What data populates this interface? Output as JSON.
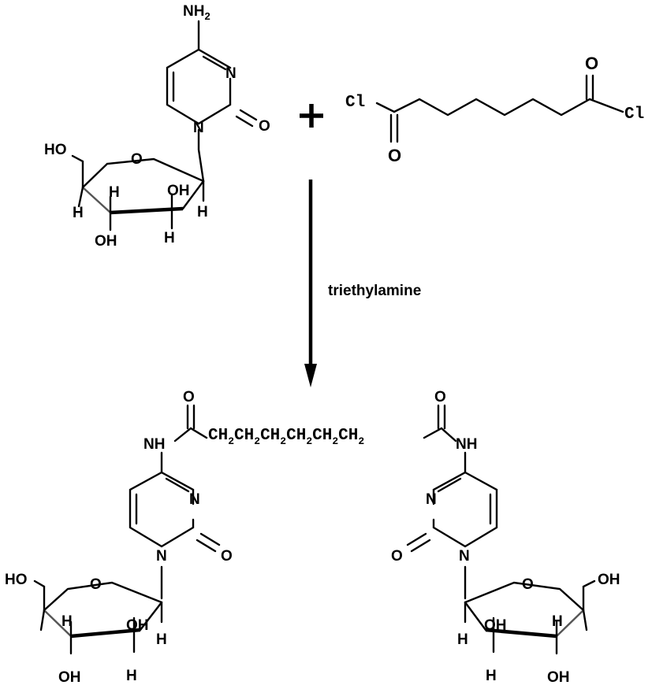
{
  "reactant_left": {
    "amine": "NH",
    "amine_sub": "2",
    "n_ring": "N",
    "n_glyco": "N",
    "carbonyl_o": "O",
    "ring_o": "O",
    "ho": "HO",
    "oh_mid": "OH",
    "oh_bottom": "OH",
    "h_left": "H",
    "h_mid": "H",
    "h_right": "H",
    "h_bottom": "H"
  },
  "plus_sign": "+",
  "reactant_right": {
    "cl_left": "Cl",
    "cl_right": "Cl",
    "o_top": "O",
    "o_bottom": "O"
  },
  "reagent": "triethylamine",
  "product": {
    "left_nh": "NH",
    "right_nh": "NH",
    "left_o_top": "O",
    "right_o_top": "O",
    "chain": [
      "CH",
      "CH",
      "CH",
      "CH",
      "CH",
      "CH"
    ],
    "chain_sub": "2",
    "left_unit": {
      "n_ring": "N",
      "n_glyco": "N",
      "carbonyl_o": "O",
      "ring_o": "O",
      "ho": "HO",
      "oh_mid": "OH",
      "oh_bottom": "OH",
      "h_left": "H",
      "h_right": "H",
      "h_bottom": "H"
    },
    "right_unit": {
      "n_ring": "N",
      "n_glyco": "N",
      "carbonyl_o": "O",
      "ring_o": "O",
      "ho": "OH",
      "oh_mid": "OH",
      "oh_bottom": "OH",
      "h_left": "H",
      "h_mid": "H",
      "h_bottom": "H"
    }
  }
}
